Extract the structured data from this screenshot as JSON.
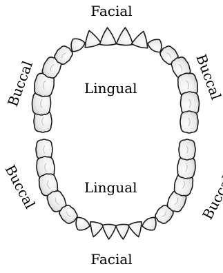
{
  "labels": {
    "facial_top": "Facial",
    "facial_bottom": "Facial",
    "lingual_upper": "Lingual",
    "lingual_lower": "Lingual",
    "buccal_upper_left": "Buccal",
    "buccal_upper_right": "Buccal",
    "buccal_lower_left": "Buccal",
    "buccal_lower_right": "Buccal"
  },
  "colors": {
    "tooth_fill": "#f1f1f1",
    "tooth_shade": "#d4d4d4",
    "outline": "#1a1a1a"
  }
}
